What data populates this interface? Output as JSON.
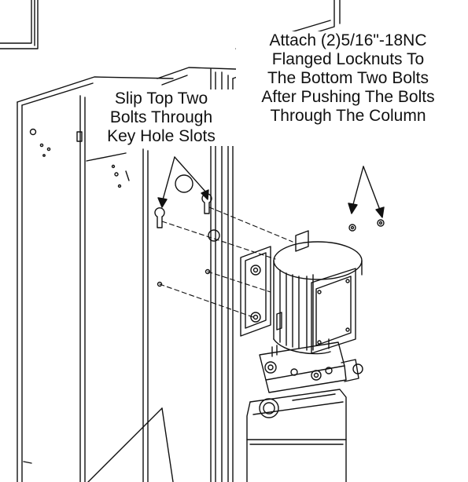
{
  "callouts": {
    "left": {
      "lines": [
        "Slip Top Two",
        "Bolts Through",
        "Key Hole Slots"
      ]
    },
    "right": {
      "lines": [
        "Attach (2)5/16\"-18NC",
        "Flanged Locknuts To",
        "The Bottom Two Bolts",
        "After Pushing The Bolts",
        "Through The Column"
      ]
    }
  },
  "colors": {
    "line": "#111111",
    "background": "#ffffff"
  }
}
